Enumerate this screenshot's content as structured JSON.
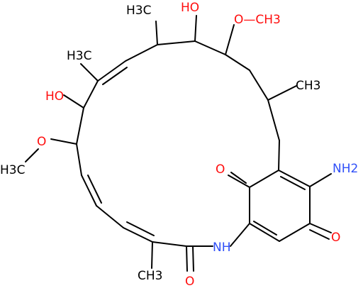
{
  "molecule": {
    "colors": {
      "bond": "#000000",
      "oxygen": "#ff0d0d",
      "nitrogen": "#3050f8",
      "carbon_label": "#000000"
    },
    "labels": {
      "ch3_top": "H3C",
      "oh_top": "HO",
      "och3_top": "O—CH3",
      "ch3_left": "H3C",
      "ch3_right": "CH3",
      "oh_left": "HO",
      "methoxy_left_o": "O",
      "methoxy_left_c": "H3C",
      "o_quinone_left": "O",
      "nh2": "NH2",
      "o_quinone_right": "O",
      "nh": "NH",
      "ch3_bottom": "CH3",
      "o_amide": "O"
    }
  }
}
